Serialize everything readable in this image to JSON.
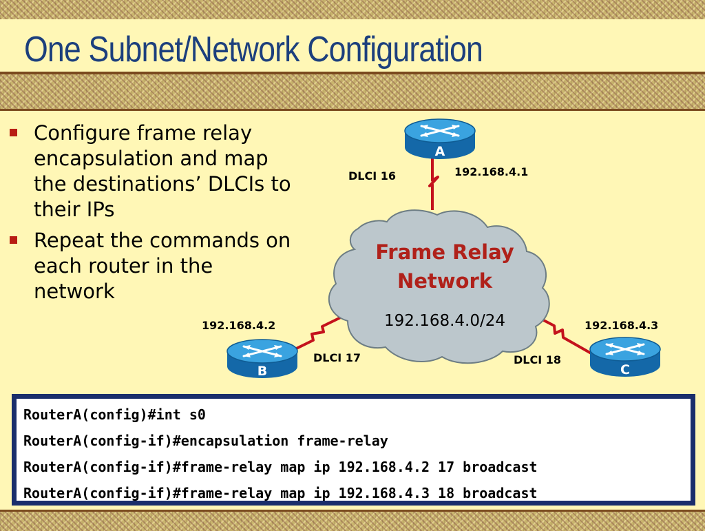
{
  "slide": {
    "title": "One Subnet/Network Configuration",
    "bullets": [
      "Configure frame relay encapsulation and map the destinations’ DLCIs to their IPs",
      "Repeat the commands on each router in the network"
    ]
  },
  "diagram": {
    "cloud": {
      "title_line1": "Frame Relay",
      "title_line2": "Network",
      "subnet": "192.168.4.0/24"
    },
    "routers": [
      {
        "label": "A",
        "ip": "192.168.4.1",
        "dlci": "DLCI 16"
      },
      {
        "label": "B",
        "ip": "192.168.4.2",
        "dlci": "DLCI 17"
      },
      {
        "label": "C",
        "ip": "192.168.4.3",
        "dlci": "DLCI 18"
      }
    ]
  },
  "commands": [
    "RouterA(config)#int s0",
    "RouterA(config-if)#encapsulation frame-relay",
    "RouterA(config-if)#frame-relay map ip 192.168.4.2 17 broadcast",
    "RouterA(config-if)#frame-relay map ip 192.168.4.3 18 broadcast"
  ],
  "colors": {
    "title": "#1c3f7d",
    "bullet_marker": "#b81d13",
    "cloud_title": "#b0211a",
    "cloud_fill": "#bcc7cc",
    "router_body": "#1b8ad0",
    "link": "#c4121c",
    "code_border": "#1a2e6b"
  },
  "icons": [
    "router-icon",
    "cloud-icon",
    "serial-link-icon",
    "bullet-square-icon"
  ]
}
